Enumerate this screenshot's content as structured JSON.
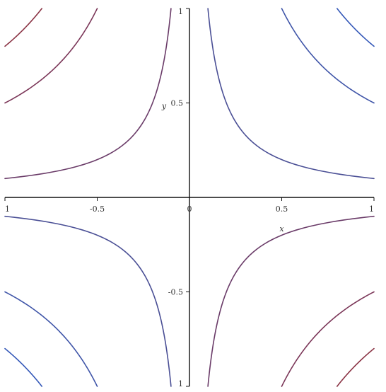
{
  "chart_data": {
    "type": "line",
    "title": "",
    "xlabel": "x",
    "ylabel": "y",
    "xlim": [
      -1,
      1
    ],
    "ylim": [
      -1,
      1
    ],
    "grid": false,
    "x_ticks": [
      {
        "value": -1,
        "label": "1"
      },
      {
        "value": -0.5,
        "label": "-0.5"
      },
      {
        "value": 0,
        "label": "0"
      },
      {
        "value": 0.5,
        "label": "0.5"
      },
      {
        "value": 1,
        "label": "1"
      }
    ],
    "y_ticks": [
      {
        "value": 1,
        "label": "1"
      },
      {
        "value": 0.5,
        "label": "0.5"
      },
      {
        "value": -0.5,
        "label": "-0.5"
      },
      {
        "value": -1,
        "label": "1"
      }
    ],
    "series": [
      {
        "level": 0.1,
        "quadrant": "top-right",
        "color": "#4a4f95"
      },
      {
        "level": 0.5,
        "quadrant": "top-right",
        "color": "#3f55a8"
      },
      {
        "level": 0.8,
        "quadrant": "top-right",
        "color": "#3458b8"
      },
      {
        "level": -0.1,
        "quadrant": "top-left",
        "color": "#6a3b68"
      },
      {
        "level": -0.5,
        "quadrant": "top-left",
        "color": "#7b3658"
      },
      {
        "level": -0.8,
        "quadrant": "top-left",
        "color": "#8a3344"
      },
      {
        "level": -0.1,
        "quadrant": "bottom-right",
        "color": "#6a3b68"
      },
      {
        "level": -0.5,
        "quadrant": "bottom-right",
        "color": "#7b3658"
      },
      {
        "level": -0.8,
        "quadrant": "bottom-right",
        "color": "#8a3344"
      },
      {
        "level": 0.1,
        "quadrant": "bottom-left",
        "color": "#4a4f95"
      },
      {
        "level": 0.5,
        "quadrant": "bottom-left",
        "color": "#3f55a8"
      },
      {
        "level": 0.8,
        "quadrant": "bottom-left",
        "color": "#3458b8"
      }
    ]
  }
}
